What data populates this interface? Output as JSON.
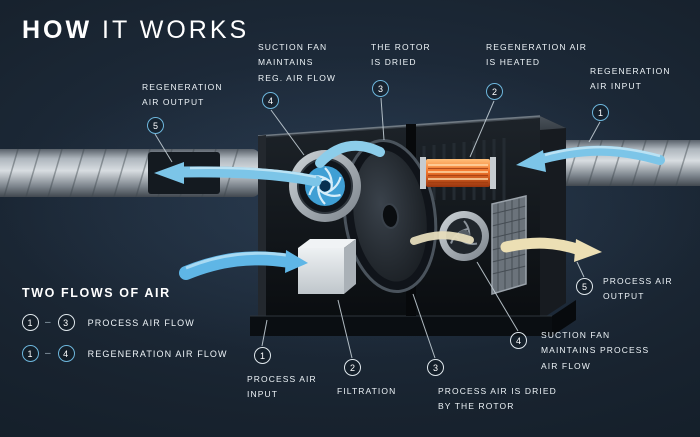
{
  "title": {
    "bold": "HOW",
    "light": " IT WORKS"
  },
  "callouts": {
    "top": [
      {
        "num": "5",
        "label": "REGENERATION\nAIR OUTPUT"
      },
      {
        "num": "4",
        "label": "SUCTION FAN\nMAINTAINS\nREG. AIR FLOW"
      },
      {
        "num": "3",
        "label": "THE ROTOR\nIS DRIED"
      },
      {
        "num": "2",
        "label": "REGENERATION AIR\nIS HEATED"
      },
      {
        "num": "1",
        "label": "REGENERATION\nAIR INPUT"
      }
    ],
    "bottom": [
      {
        "num": "1",
        "label": "PROCESS AIR\nINPUT"
      },
      {
        "num": "2",
        "label": "FILTRATION"
      },
      {
        "num": "3",
        "label": "PROCESS AIR IS DRIED\nBY THE ROTOR"
      },
      {
        "num": "4",
        "label": "SUCTION FAN\nMAINTAINS PROCESS\nAIR FLOW"
      },
      {
        "num": "5",
        "label": "PROCESS AIR\nOUTPUT"
      }
    ]
  },
  "legend": {
    "title": "TWO FLOWS OF AIR",
    "rows": [
      {
        "from": "1",
        "to": "3",
        "separator": "–",
        "label": "PROCESS AIR FLOW",
        "type": "process"
      },
      {
        "from": "1",
        "to": "4",
        "separator": "–",
        "label": "REGENERATION AIR FLOW",
        "type": "regeneration"
      }
    ]
  },
  "colors": {
    "background": "#16212c",
    "text": "#edf3f7",
    "process_ring": "#dfe7ec",
    "regeneration_ring": "#6db6dc",
    "flow_blue": "#7cc5e8",
    "heater_orange": "#f1742f",
    "output_cream": "#ecdfb4"
  }
}
